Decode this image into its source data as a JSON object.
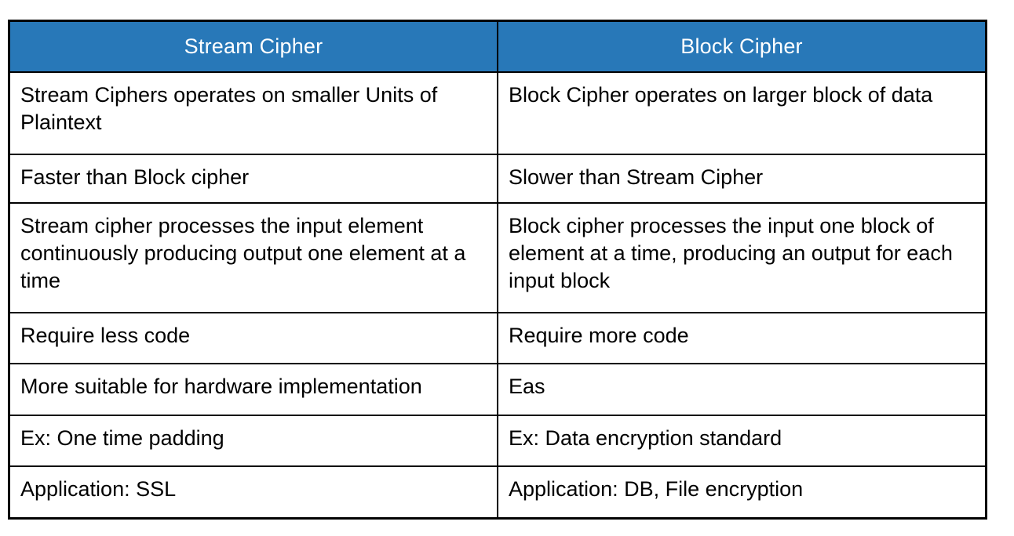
{
  "table": {
    "columns": [
      {
        "label": "Stream Cipher"
      },
      {
        "label": "Block Cipher"
      }
    ],
    "rows": [
      [
        "Stream Ciphers operates on smaller Units of Plaintext",
        "Block Cipher operates on larger block of data"
      ],
      [
        "Faster than Block cipher",
        "Slower than Stream Cipher"
      ],
      [
        "Stream cipher processes the input element continuously producing output one element at a time",
        "Block cipher processes the input one block of element at a time, producing an output for each input block"
      ],
      [
        "Require less code",
        "Require more code"
      ],
      [
        "More suitable for hardware implementation",
        "Eas"
      ],
      [
        "Ex: One time padding",
        "Ex: Data encryption standard"
      ],
      [
        "Application: SSL",
        "Application: DB, File encryption"
      ]
    ],
    "colors": {
      "header_bg": "#2878B8",
      "header_text": "#FFFFFF",
      "body_text": "#000000",
      "border": "#000000",
      "background": "#FFFFFF"
    }
  }
}
